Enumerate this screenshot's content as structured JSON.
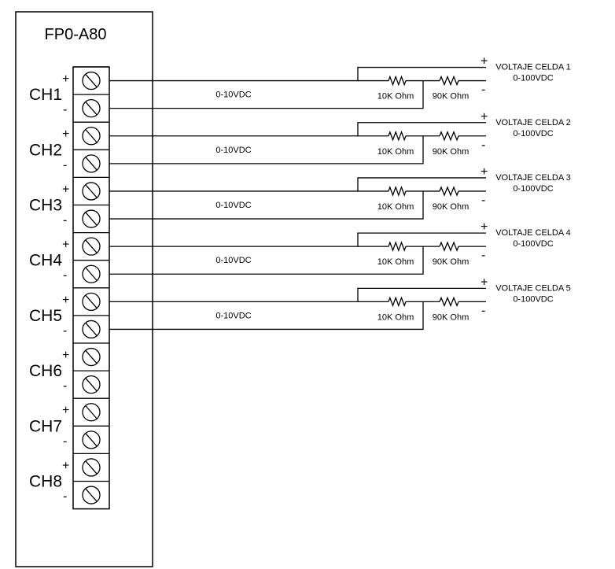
{
  "module": {
    "title": "FP0-A80"
  },
  "channels": [
    {
      "label": "CH1",
      "plus": "+",
      "minus": "-"
    },
    {
      "label": "CH2",
      "plus": "+",
      "minus": "-"
    },
    {
      "label": "CH3",
      "plus": "+",
      "minus": "-"
    },
    {
      "label": "CH4",
      "plus": "+",
      "minus": "-"
    },
    {
      "label": "CH5",
      "plus": "+",
      "minus": "-"
    },
    {
      "label": "CH6",
      "plus": "+",
      "minus": "-"
    },
    {
      "label": "CH7",
      "plus": "+",
      "minus": "-"
    },
    {
      "label": "CH8",
      "plus": "+",
      "minus": "-"
    }
  ],
  "dividers": [
    {
      "input_range": "0-10VDC",
      "r1": "10K Ohm",
      "r2": "90K Ohm",
      "source_label": "VOLTAJE CELDA 1",
      "source_range": "0-100VDC",
      "plus": "+",
      "minus": "-"
    },
    {
      "input_range": "0-10VDC",
      "r1": "10K Ohm",
      "r2": "90K Ohm",
      "source_label": "VOLTAJE CELDA 2",
      "source_range": "0-100VDC",
      "plus": "+",
      "minus": "-"
    },
    {
      "input_range": "0-10VDC",
      "r1": "10K Ohm",
      "r2": "90K Ohm",
      "source_label": "VOLTAJE CELDA 3",
      "source_range": "0-100VDC",
      "plus": "+",
      "minus": "-"
    },
    {
      "input_range": "0-10VDC",
      "r1": "10K Ohm",
      "r2": "90K Ohm",
      "source_label": "VOLTAJE CELDA 4",
      "source_range": "0-100VDC",
      "plus": "+",
      "minus": "-"
    },
    {
      "input_range": "0-10VDC",
      "r1": "10K Ohm",
      "r2": "90K Ohm",
      "source_label": "VOLTAJE CELDA 5",
      "source_range": "0-100VDC",
      "plus": "+",
      "minus": "-"
    }
  ]
}
